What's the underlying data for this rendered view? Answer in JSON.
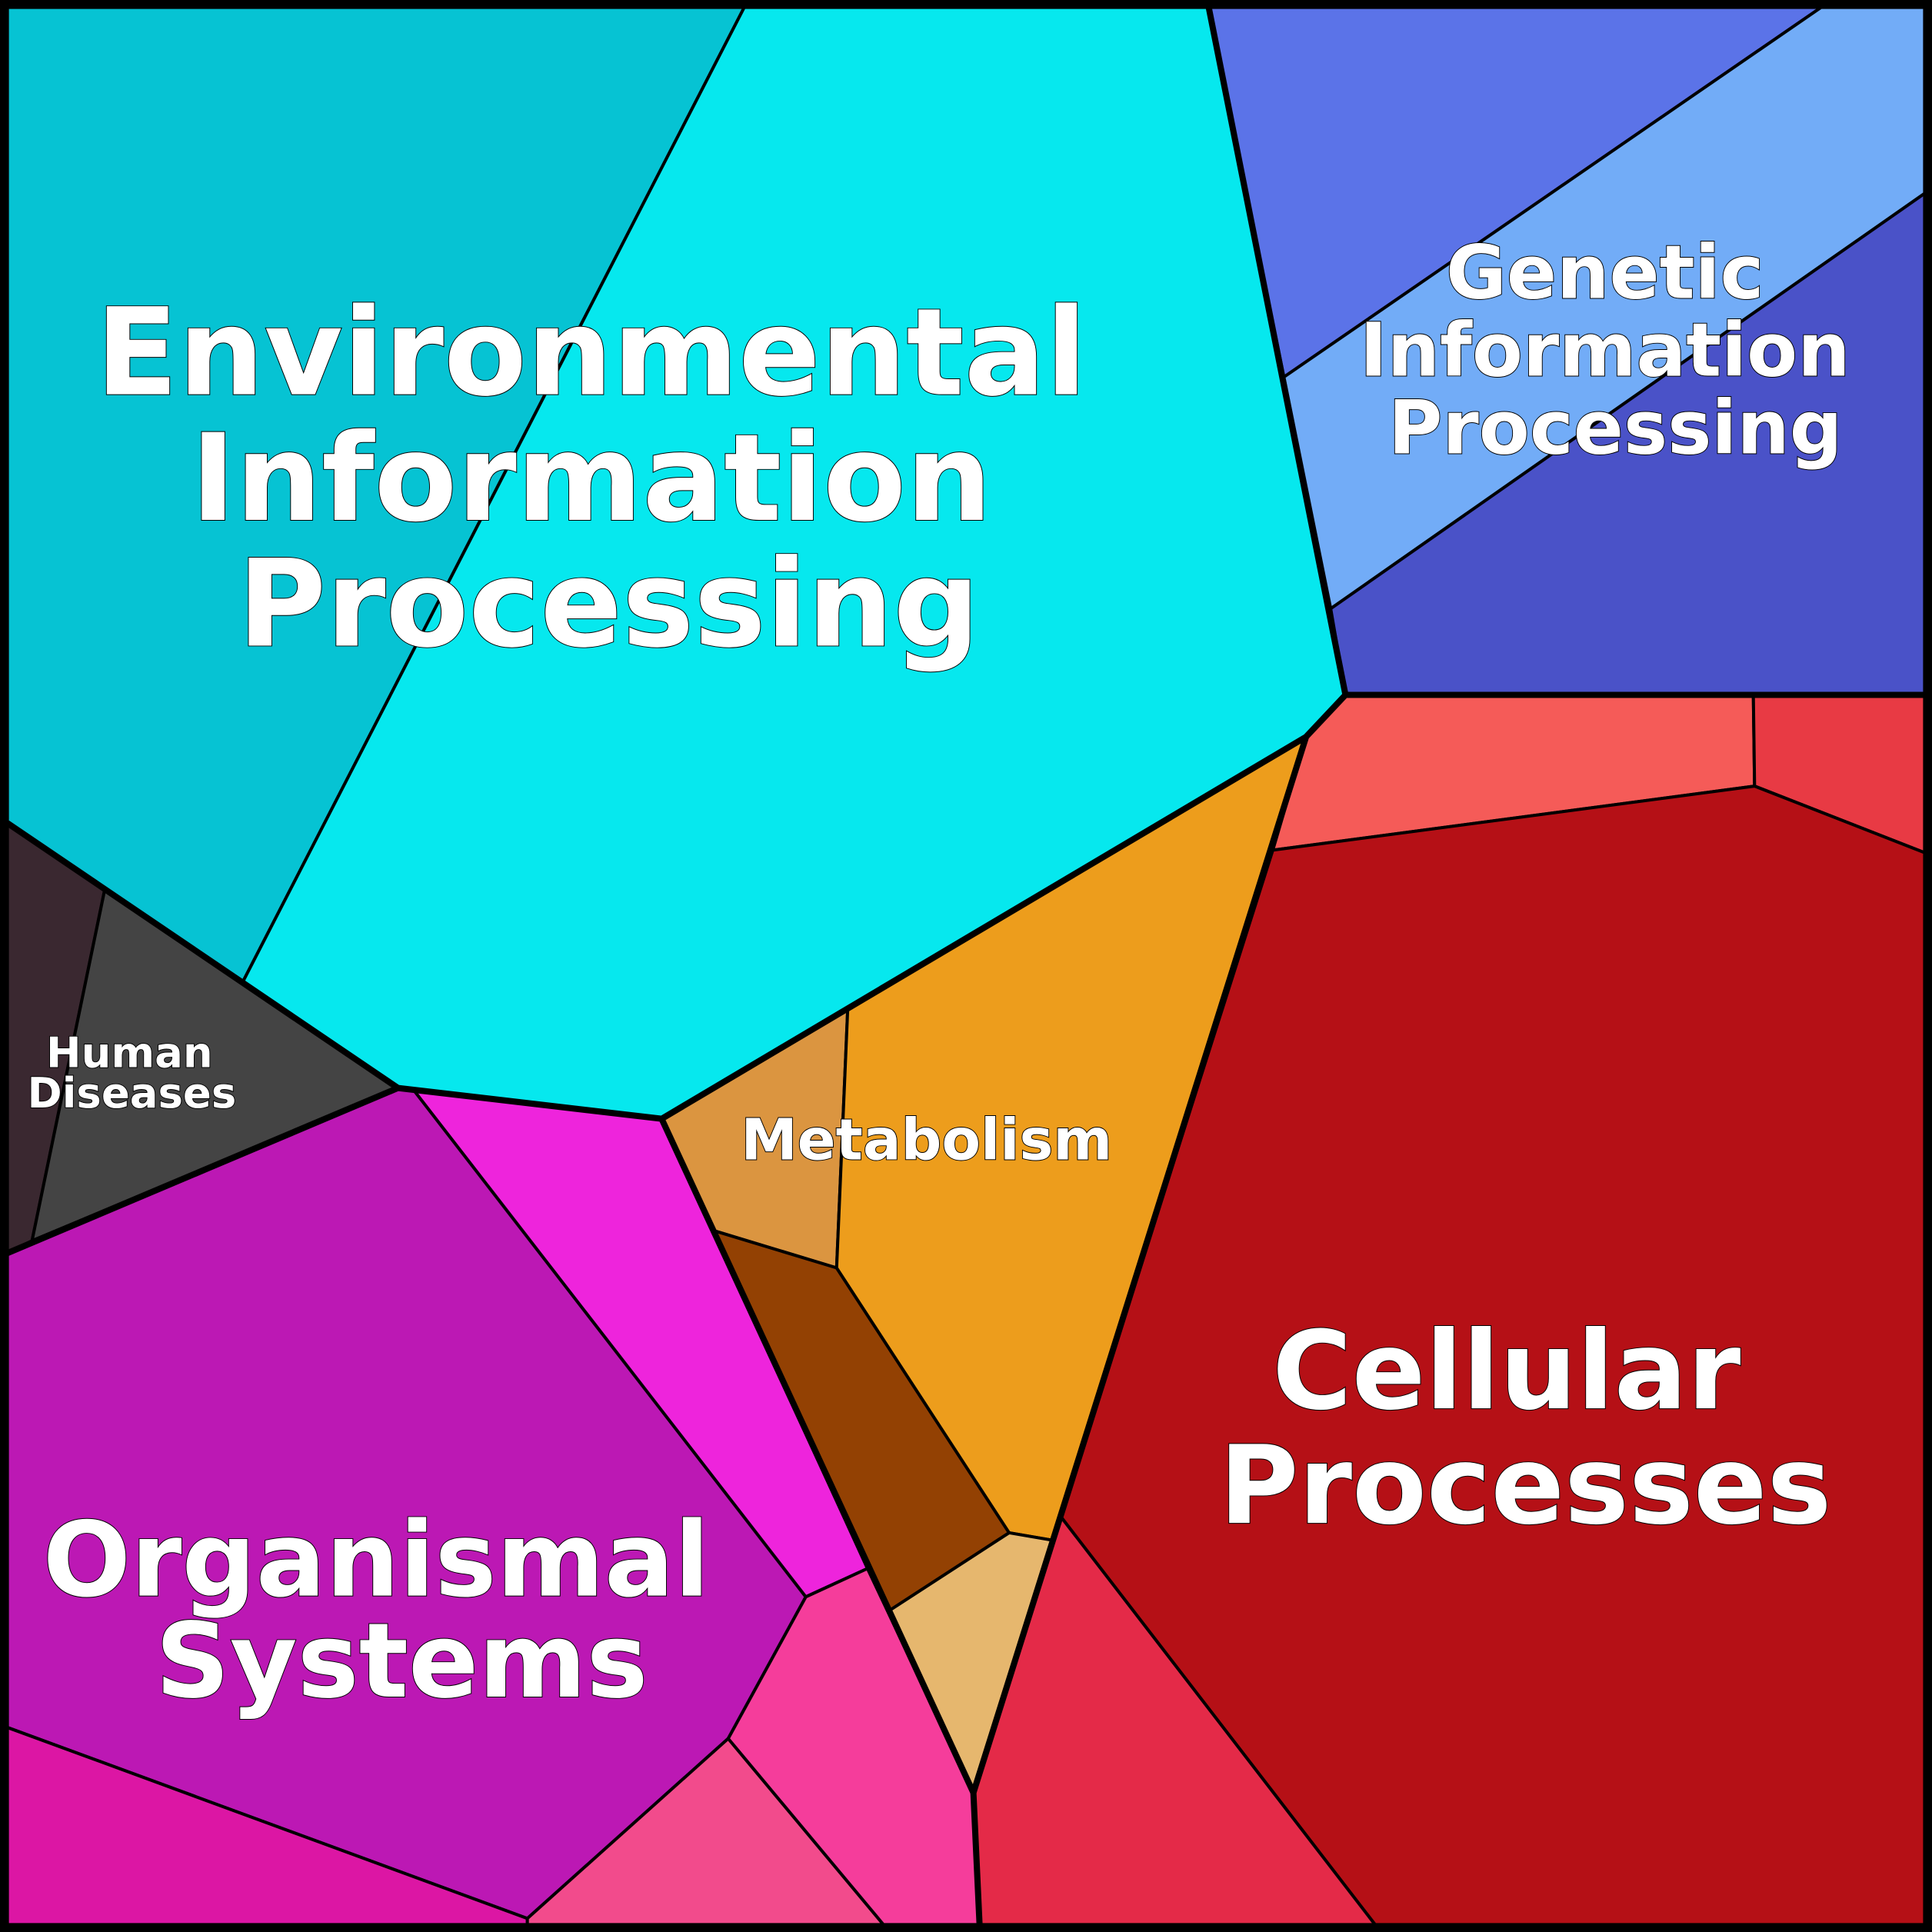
{
  "title": "KEGG functional categories Voronoi treemap",
  "categories": [
    {
      "name": "Environmental Information Processing",
      "lines": [
        "Environmental",
        "Information",
        "Processing"
      ],
      "colors": [
        "#06c3d3",
        "#06e8ee"
      ]
    },
    {
      "name": "Genetic Information Processing",
      "lines": [
        "Genetic",
        "Information",
        "Processing"
      ],
      "colors": [
        "#5b73e8",
        "#72acf7",
        "#4a52c8"
      ]
    },
    {
      "name": "Human Diseases",
      "lines": [
        "Human",
        "Diseases"
      ],
      "colors": [
        "#3a2830",
        "#444444"
      ]
    },
    {
      "name": "Metabolism",
      "lines": [
        "Metabolism"
      ],
      "colors": [
        "#db9540",
        "#934103",
        "#ed9d1c",
        "#e6b76e"
      ]
    },
    {
      "name": "Cellular Processes",
      "lines": [
        "Cellular",
        "Processes"
      ],
      "colors": [
        "#f55b58",
        "#e83a44",
        "#b51016",
        "#e42a48"
      ]
    },
    {
      "name": "Organismal Systems",
      "lines": [
        "Organismal",
        "Systems"
      ],
      "colors": [
        "#bc18b4",
        "#ee24dc",
        "#dc16a4",
        "#f24b8c",
        "#f53d9b"
      ]
    }
  ]
}
